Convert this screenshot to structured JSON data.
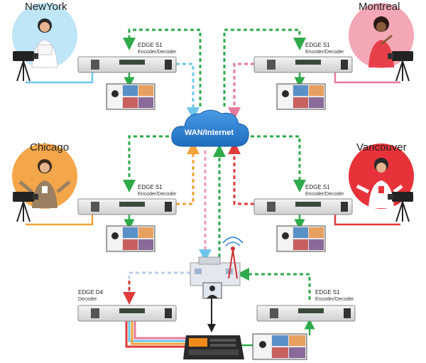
{
  "sites": {
    "newyork": {
      "name": "NewYork",
      "device": "EDGE S1",
      "device_sub": "Encoder/Decoder",
      "color": "#6ec6ea"
    },
    "montreal": {
      "name": "Montreal",
      "device": "EDGE S1",
      "device_sub": "Encoder/Decoder",
      "color": "#e87a9a"
    },
    "chicago": {
      "name": "Chicago",
      "device": "EDGE S1",
      "device_sub": "Encoder/Decoder",
      "color": "#f2a23a"
    },
    "vancouver": {
      "name": "Vancouver",
      "device": "EDGE S1",
      "device_sub": "Encoder/Decoder",
      "color": "#e03a3a"
    }
  },
  "cloud": {
    "label": "WAN/Internet"
  },
  "decoder": {
    "device": "EDGE D4",
    "device_sub": "Decoder"
  },
  "studio_encoder": {
    "device": "EDGE S1",
    "device_sub": "Encoder/Decoder"
  },
  "colors": {
    "return_feed": "#2eaa4a",
    "cloud": "#2a7fd0",
    "switcher_accent": "#f08a1a"
  },
  "icons": [
    "camera-icon",
    "presenter-icon",
    "monitor-icon",
    "cloud-icon",
    "broadcast-tower-icon",
    "studio-building-icon",
    "video-switcher-icon"
  ]
}
